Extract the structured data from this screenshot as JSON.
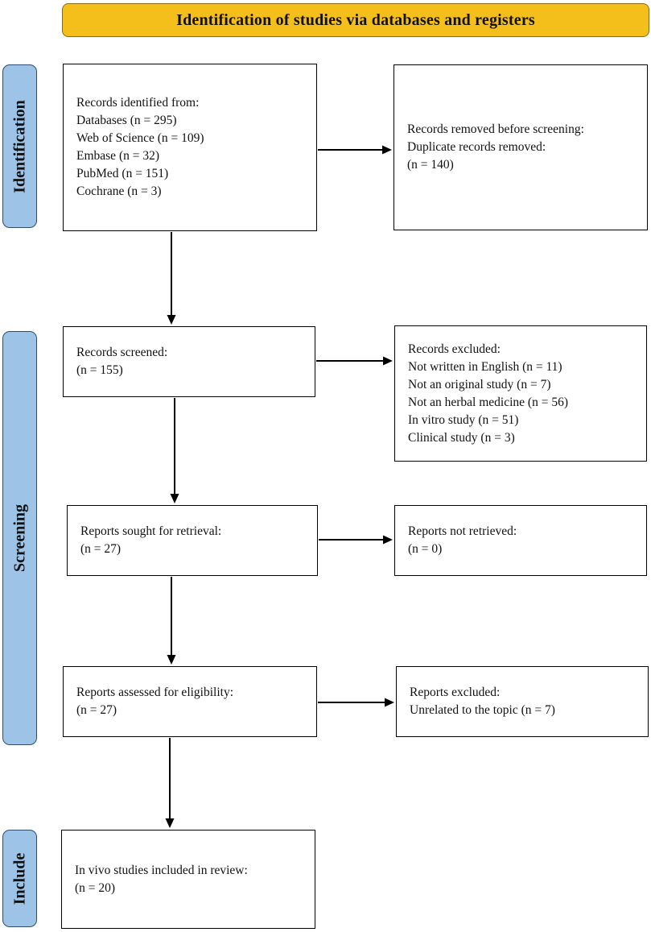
{
  "header": {
    "title": "Identification of studies via databases and registers"
  },
  "colors": {
    "header_fill": "#F5BF1B",
    "phase_fill": "#9DC3E6",
    "box_border": "#000000",
    "arrow": "#000000"
  },
  "phases": {
    "identification": "Identification",
    "screening": "Screening",
    "include": "Include"
  },
  "boxes": {
    "identified": {
      "heading": "Records identified from:",
      "lines": [
        "Databases (n = 295)",
        "Web of Science (n = 109)",
        "Embase (n = 32)",
        "PubMed (n = 151)",
        "Cochrane (n = 3)"
      ]
    },
    "removed": {
      "heading": "Records removed before screening:",
      "lines": [
        "Duplicate records removed:",
        "(n = 140)"
      ]
    },
    "screened": {
      "heading": "Records screened:",
      "lines": [
        "(n = 155)"
      ]
    },
    "excluded": {
      "heading": "Records excluded:",
      "lines": [
        "Not written in English (n = 11)",
        "Not an original study (n = 7)",
        "Not an herbal medicine (n = 56)",
        "In vitro study (n = 51)",
        "Clinical study (n = 3)"
      ]
    },
    "sought": {
      "heading": "Reports sought for retrieval:",
      "lines": [
        "(n = 27)"
      ]
    },
    "not_retrieved": {
      "heading": "Reports not retrieved:",
      "lines": [
        "(n = 0)"
      ]
    },
    "assessed": {
      "heading": "Reports assessed for eligibility:",
      "lines": [
        "(n = 27)"
      ]
    },
    "reports_excluded": {
      "heading": "Reports excluded:",
      "lines": [
        "Unrelated to the topic (n = 7)"
      ]
    },
    "included": {
      "heading": "In vivo studies included in review:",
      "lines": [
        "(n = 20)"
      ]
    }
  }
}
